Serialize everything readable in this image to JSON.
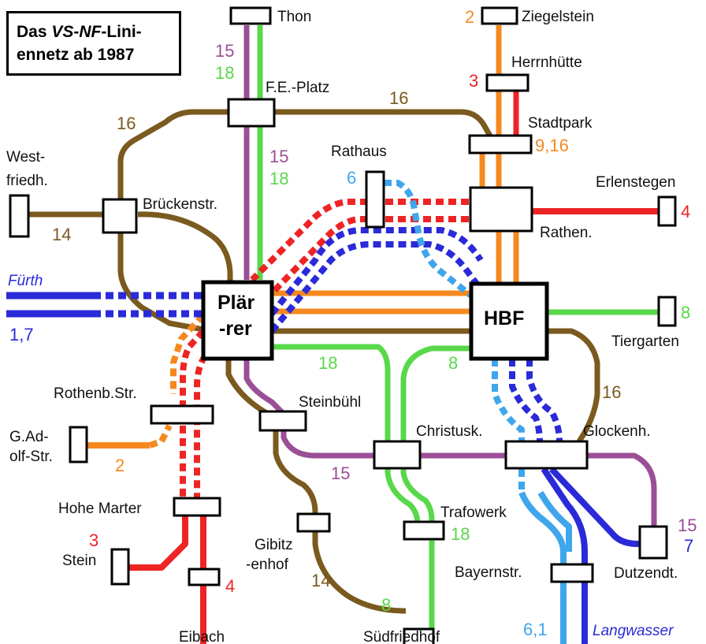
{
  "title": {
    "part1": "Das ",
    "italic": "VS-NF",
    "part2": "-Lini-",
    "line2": "ennetz ab 1987"
  },
  "colors": {
    "brown": "#7a5a1e",
    "green": "#58d84a",
    "purple": "#9a4f96",
    "orange": "#f5891f",
    "red": "#ee2424",
    "blue": "#2a2ad8",
    "lightblue": "#3fa6ec"
  },
  "stations": {
    "thon": "Thon",
    "ziegelstein": "Ziegelstein",
    "herrnhuette": "Herrnhütte",
    "fe_platz": "F.E.-Platz",
    "stadtpark": "Stadtpark",
    "westfriedh_1": "West-",
    "westfriedh_2": "friedh.",
    "rathaus": "Rathaus",
    "erlenstegen": "Erlenstegen",
    "brueckenstr": "Brückenstr.",
    "rathen": "Rathen.",
    "plaerrer_1": "Plär",
    "plaerrer_2": "-rer",
    "hbf": "HBF",
    "tiergarten": "Tiergarten",
    "rothenb": "Rothenb.Str.",
    "steinbuehl": "Steinbühl",
    "gadolf_1": "G.Ad-",
    "gadolf_2": "olf-Str.",
    "christusk": "Christusk.",
    "glockenh": "Glockenh.",
    "hohe_marter": "Hohe Marter",
    "trafowerk": "Trafowerk",
    "gibitz_1": "Gibitz",
    "gibitz_2": "-enhof",
    "stein": "Stein",
    "dutzendt": "Dutzendt.",
    "bayernstr": "Bayernstr.",
    "eibach": "Eibach",
    "suedfriedhof": "Südfriedhof",
    "fuerth": "Fürth",
    "langwasser": "Langwasser"
  },
  "line_labels": {
    "thon_15": "15",
    "thon_18": "18",
    "ziegel_2": "2",
    "herrn_3": "3",
    "top_16": "16",
    "left_16": "16",
    "fe_15": "15",
    "fe_18": "18",
    "stadt_9_16": "9,16",
    "rathaus_6": "6",
    "erlen_4": "4",
    "west_14": "14",
    "fuerth_1_7": "1,7",
    "tier_8": "8",
    "s_18": "18",
    "s_8": "8",
    "glock_16": "16",
    "gadolf_2": "2",
    "chr_15": "15",
    "traf_18": "18",
    "stein_3": "3",
    "dutz_15": "15",
    "dutz_7": "7",
    "gib_14": "14",
    "sued_8": "8",
    "eibach_4": "4",
    "bay_6_1": "6,1"
  }
}
